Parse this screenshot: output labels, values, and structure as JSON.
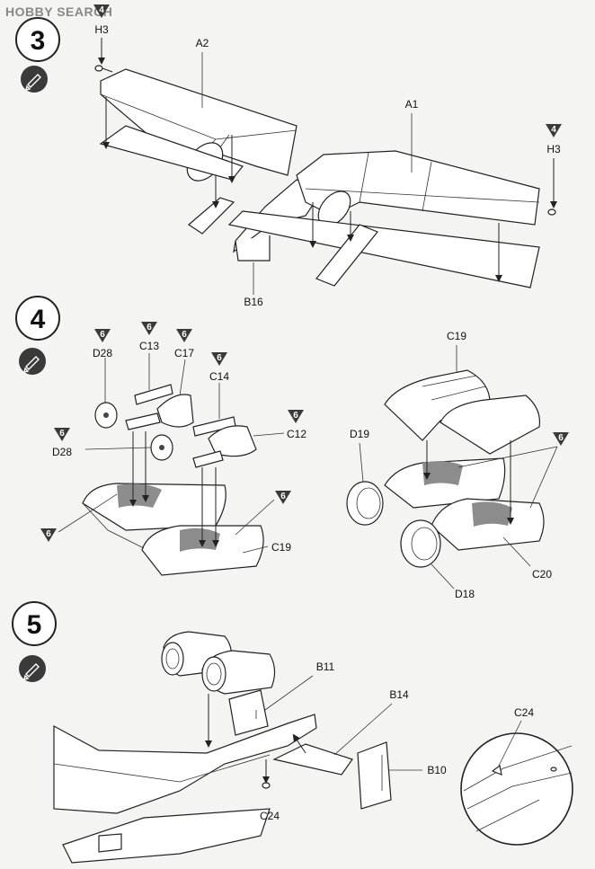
{
  "watermark": "HOBBY SEARCH",
  "steps": [
    {
      "number": "3",
      "labels": {
        "a2": "A2",
        "a1": "A1",
        "h3_left": "H3",
        "h3_right": "H3",
        "b16": "B16"
      }
    },
    {
      "number": "4",
      "labels": {
        "d28_top": "D28",
        "c13": "C13",
        "c17": "C17",
        "c14": "C14",
        "c12": "C12",
        "d28_mid": "D28",
        "c19_left": "C19",
        "c19_right": "C19",
        "d19": "D19",
        "c20": "C20",
        "d18": "D18"
      }
    },
    {
      "number": "5",
      "labels": {
        "b11": "B11",
        "b14": "B14",
        "b10": "B10",
        "c24_main": "C24",
        "c24_detail": "C24"
      }
    }
  ],
  "color_marker": {
    "number": "6",
    "color": "#3a3a3a"
  },
  "h3_marker": {
    "number": "4",
    "color": "#3a3a3a"
  },
  "paint_icon": "paint-brush-icon"
}
